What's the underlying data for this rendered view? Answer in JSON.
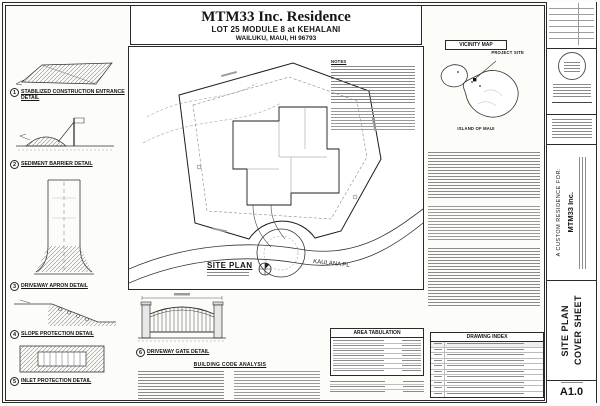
{
  "sheet": {
    "title": "MTM33 Inc. Residence",
    "subtitle": "LOT 25  MODULE 8 at KEHALANI",
    "location": "WAILUKU, MAUI, HI 96793"
  },
  "details": [
    {
      "num": "1",
      "label": "STABILIZED CONSTRUCTION ENTRANCE DETAIL"
    },
    {
      "num": "2",
      "label": "SEDIMENT BARRIER DETAIL"
    },
    {
      "num": "3",
      "label": "DRIVEWAY APRON DETAIL"
    },
    {
      "num": "4",
      "label": "SLOPE PROTECTION DETAIL"
    },
    {
      "num": "5",
      "label": "INLET PROTECTION DETAIL"
    },
    {
      "num": "6",
      "label": "DRIVEWAY GATE DETAIL"
    }
  ],
  "site_plan": {
    "label": "SITE PLAN",
    "street": "KAULANA PL",
    "notes_heading": "NOTES"
  },
  "vicinity_map": {
    "title": "VICINITY MAP",
    "island_label": "ISLAND OF MAUI",
    "project_site_label": "PROJECT SITE"
  },
  "tables": {
    "building_code_heading": "BUILDING CODE ANALYSIS",
    "area_tabulation_heading": "AREA TABULATION",
    "drawing_index_heading": "DRAWING INDEX"
  },
  "title_strip": {
    "residence_for": "A CUSTOM RESIDENCE FOR:",
    "client": "MTM33 Inc.",
    "sheet_title_line1": "SITE PLAN",
    "sheet_title_line2": "COVER SHEET",
    "sheet_number": "A1.0"
  },
  "colors": {
    "line": "#2a2a2a",
    "skeleton": "#6e6e6e",
    "paper": "#fcfcf9"
  }
}
